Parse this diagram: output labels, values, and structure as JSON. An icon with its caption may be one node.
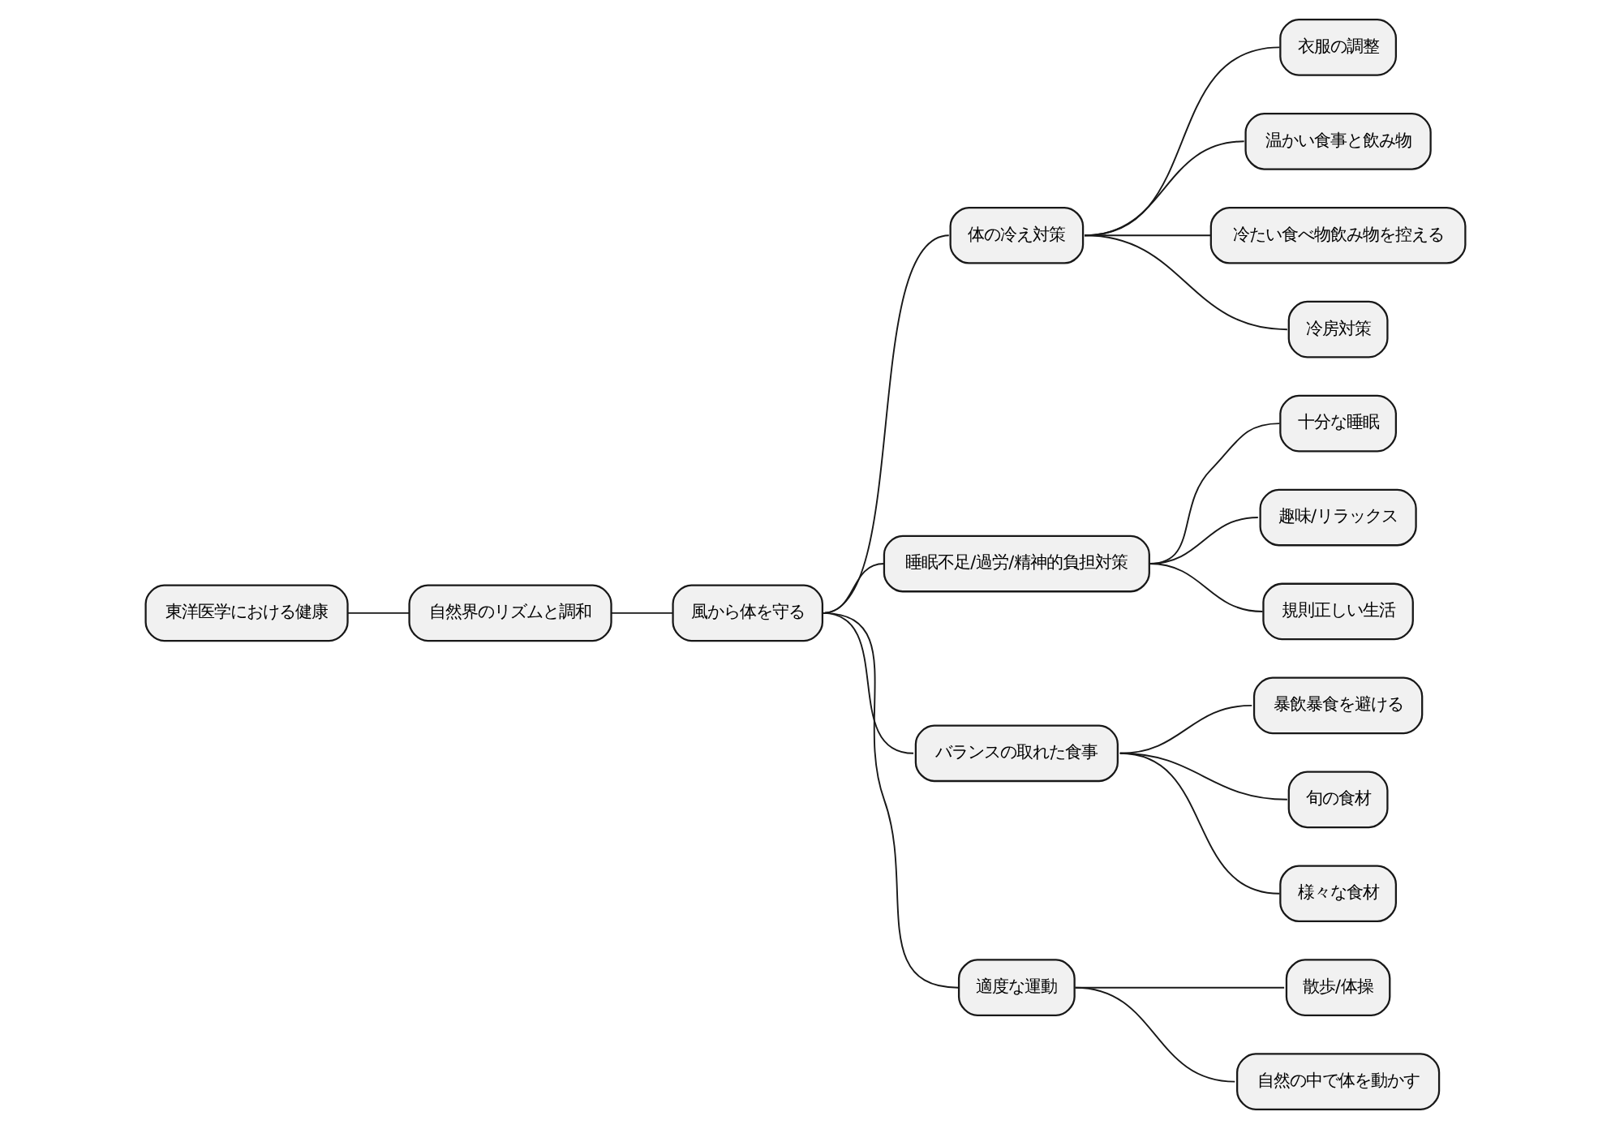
{
  "diagram": {
    "nodes": [
      {
        "text": [
          "東洋医学における健康"
        ]
      },
      {
        "text": [
          "自然界のリズムと調和"
        ]
      },
      {
        "text": [
          "風から体を守る"
        ]
      },
      {
        "text": [
          "体の冷え対策"
        ]
      },
      {
        "text": [
          "衣服の調整"
        ]
      },
      {
        "text": [
          "温かい食事と飲み物"
        ]
      },
      {
        "text": [
          "冷たい食べ物飲み物を控える"
        ]
      },
      {
        "text": [
          "冷房対策"
        ]
      },
      {
        "text": [
          "睡眠不足/過労/精神的負担対策"
        ]
      },
      {
        "text": [
          "十分な睡眠"
        ]
      },
      {
        "text": [
          "趣味/リラックス"
        ]
      },
      {
        "text": [
          "規則正しい生活"
        ]
      },
      {
        "text": [
          "バランスの取れた食事"
        ]
      },
      {
        "text": [
          "暴飲暴食を避ける"
        ]
      },
      {
        "text": [
          "旬の食材"
        ]
      },
      {
        "text": [
          "様々な食材"
        ]
      },
      {
        "text": [
          "適度な運動"
        ]
      },
      {
        "text": [
          "散歩/体操"
        ]
      },
      {
        "text": [
          "自然の中で体を動かす"
        ]
      }
    ],
    "edges": [
      {
        "from": 0,
        "to": 1,
        "arrow": "none"
      },
      {
        "from": 1,
        "to": 2,
        "arrow": "none"
      },
      {
        "from": 2,
        "to": 3,
        "arrow": "none"
      },
      {
        "from": 3,
        "to": 4,
        "arrow": "none"
      },
      {
        "from": 3,
        "to": 5,
        "arrow": "none"
      },
      {
        "from": 3,
        "to": 6,
        "arrow": "none"
      },
      {
        "from": 3,
        "to": 7,
        "arrow": "none"
      },
      {
        "from": 2,
        "to": 8,
        "arrow": "none"
      },
      {
        "from": 8,
        "to": 9,
        "arrow": "none"
      },
      {
        "from": 8,
        "to": 10,
        "arrow": "none"
      },
      {
        "from": 8,
        "to": 11,
        "arrow": "none"
      },
      {
        "from": 2,
        "to": 12,
        "arrow": "none"
      },
      {
        "from": 12,
        "to": 13,
        "arrow": "none"
      },
      {
        "from": 12,
        "to": 14,
        "arrow": "none"
      },
      {
        "from": 12,
        "to": 15,
        "arrow": "none"
      },
      {
        "from": 2,
        "to": 16,
        "arrow": "none"
      },
      {
        "from": 16,
        "to": 17,
        "arrow": "none"
      },
      {
        "from": 16,
        "to": 18,
        "arrow": "none"
      }
    ]
  }
}
